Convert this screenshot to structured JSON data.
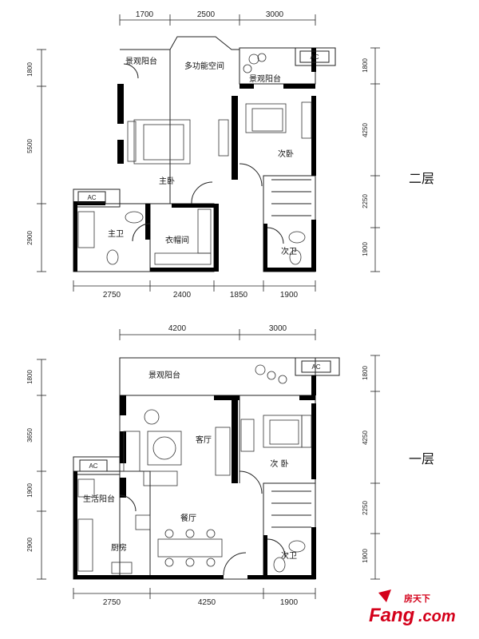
{
  "upper_floor": {
    "label": "二层",
    "top_dims": [
      "1700",
      "2500",
      "3000"
    ],
    "bottom_dims": [
      "2750",
      "2400",
      "1850",
      "1900"
    ],
    "left_dims": [
      "1800",
      "5500",
      "2900"
    ],
    "right_dims": [
      "1800",
      "4250",
      "2250",
      "1900"
    ],
    "rooms": {
      "balcony_left": "景观阳台",
      "multi_space": "多功能空间",
      "balcony_right": "景观阳台",
      "master_bedroom": "主卧",
      "second_bedroom": "次卧",
      "master_bath": "主卫",
      "cloakroom": "衣帽间",
      "second_bath": "次卫"
    },
    "ac_labels": [
      "AC",
      "AC"
    ]
  },
  "lower_floor": {
    "label": "一层",
    "top_dims": [
      "4200",
      "3000"
    ],
    "bottom_dims": [
      "2750",
      "4250",
      "1900"
    ],
    "left_dims": [
      "1800",
      "3650",
      "1900",
      "2900"
    ],
    "right_dims": [
      "1800",
      "4250",
      "2250",
      "1900"
    ],
    "rooms": {
      "balcony": "景观阳台",
      "living_room": "客厅",
      "bedroom": "次 卧",
      "utility_balcony": "生活阳台",
      "dining_room": "餐厅",
      "kitchen": "厨房",
      "bath": "次卫"
    },
    "ac_labels": [
      "AC",
      "AC"
    ]
  },
  "watermark": {
    "brand_cn": "房天下",
    "brand_en": "Fang",
    "brand_domain": ".com"
  }
}
